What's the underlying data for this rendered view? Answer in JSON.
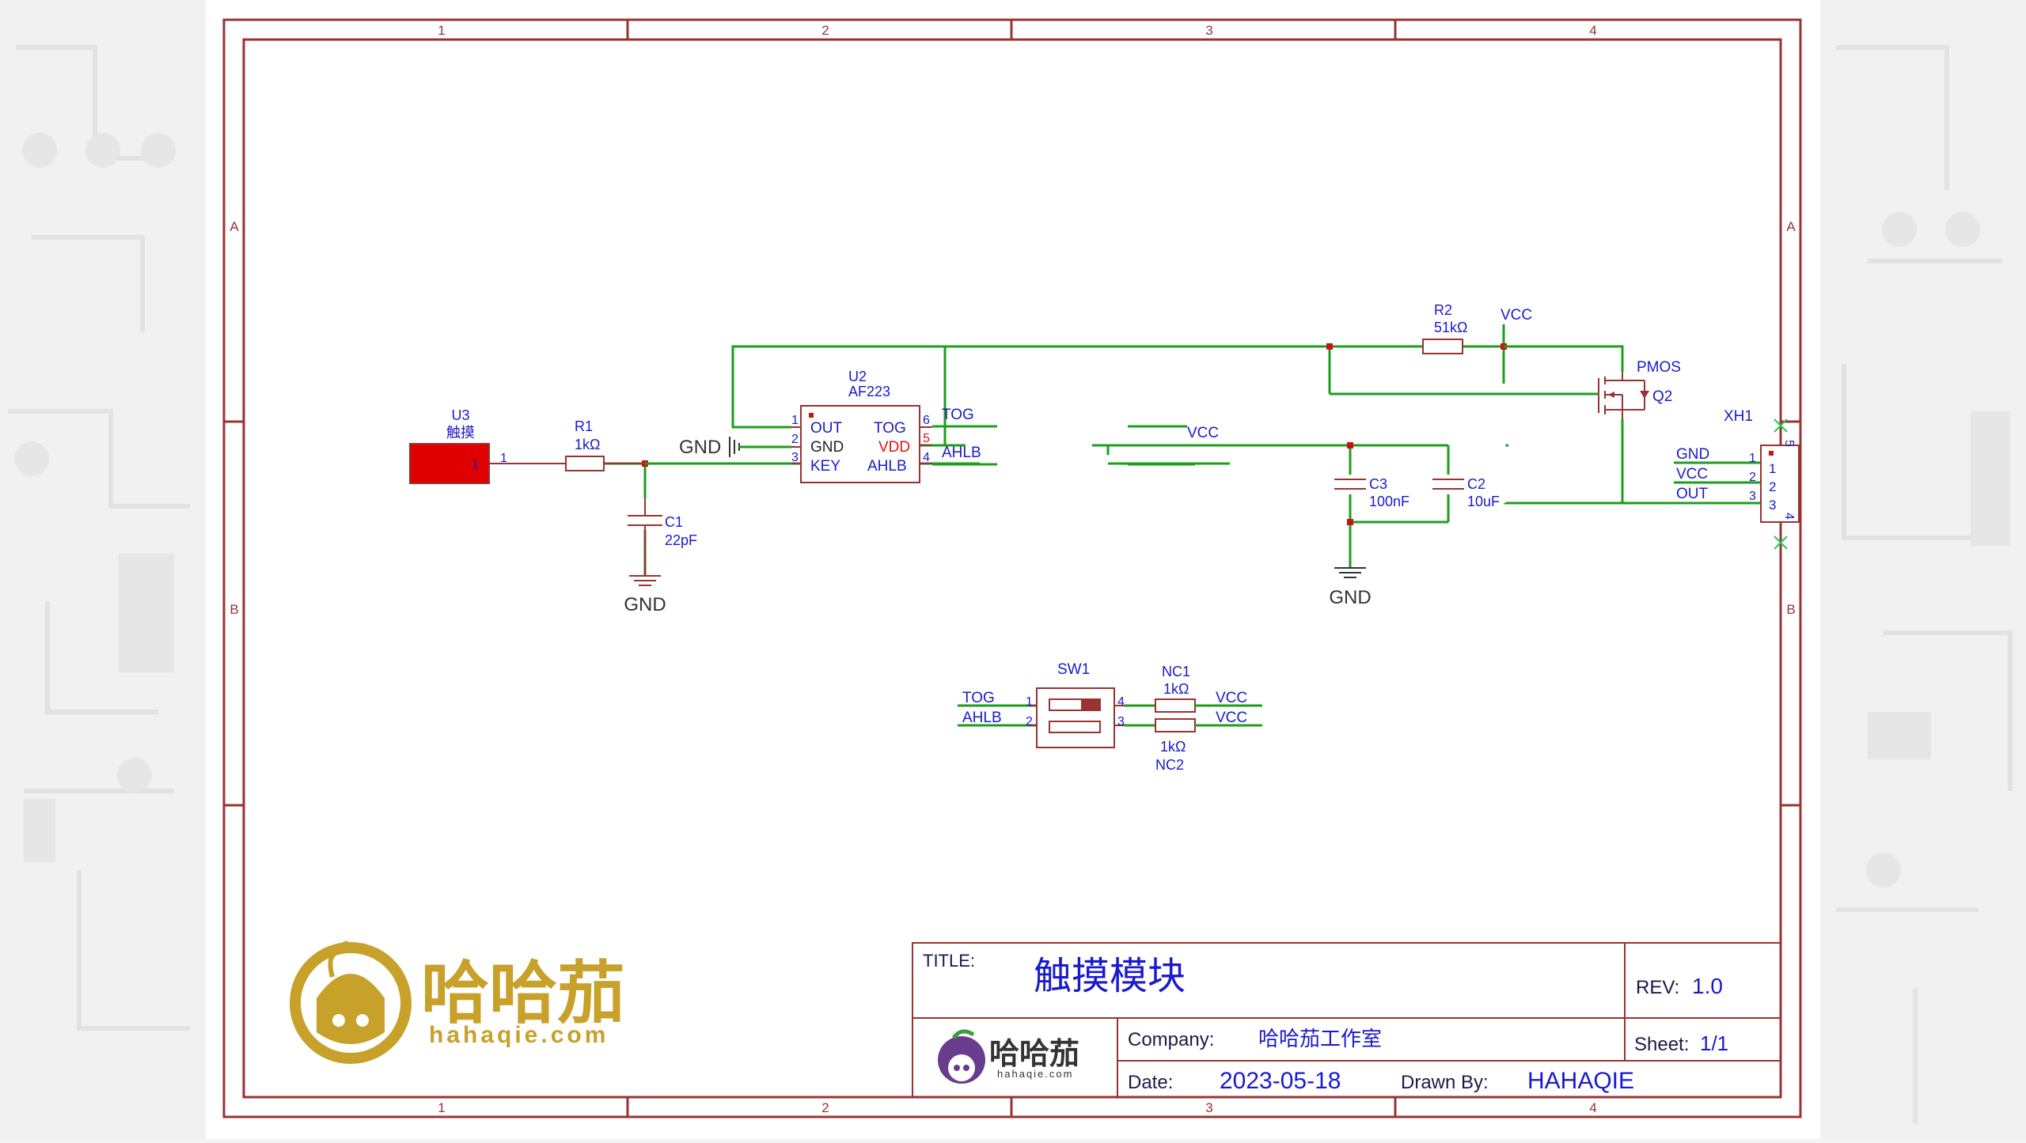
{
  "frame": {
    "col_numbers": [
      "1",
      "2",
      "3",
      "4"
    ],
    "row_letters": [
      "A",
      "B"
    ]
  },
  "components": {
    "u3": {
      "ref": "U3",
      "value": "触摸",
      "pin": "1",
      "pin_num": "1"
    },
    "r1": {
      "ref": "R1",
      "value": "1kΩ"
    },
    "c1": {
      "ref": "C1",
      "value": "22pF"
    },
    "gnd1": "GND",
    "gnd2": "GND",
    "gnd_left": "GND",
    "u2": {
      "ref": "U2",
      "value": "AF223",
      "pins_left": [
        {
          "num": "1",
          "name": "OUT"
        },
        {
          "num": "2",
          "name": "GND"
        },
        {
          "num": "3",
          "name": "KEY"
        }
      ],
      "pins_right": [
        {
          "num": "6",
          "name": "TOG"
        },
        {
          "num": "5",
          "name": "VDD"
        },
        {
          "num": "4",
          "name": "AHLB"
        }
      ],
      "net_tog": "TOG",
      "net_ahlb": "AHLB"
    },
    "vcc_main": "VCC",
    "c3": {
      "ref": "C3",
      "value": "100nF"
    },
    "c2": {
      "ref": "C2",
      "value": "10uF"
    },
    "r2": {
      "ref": "R2",
      "value": "51kΩ"
    },
    "vcc_r2": "VCC",
    "q2": {
      "ref": "Q2",
      "value": "PMOS"
    },
    "xh1": {
      "ref": "XH1",
      "nets": [
        "GND",
        "VCC",
        "OUT"
      ],
      "pins": [
        "1",
        "2",
        "3"
      ],
      "inner": [
        "1",
        "2",
        "3"
      ],
      "side_top": "5",
      "side_bottom": "4"
    },
    "sw1": {
      "ref": "SW1",
      "left_nets": [
        "TOG",
        "AHLB"
      ],
      "left_pins": [
        "1",
        "2"
      ],
      "right_pins": [
        "4",
        "3"
      ],
      "right_nets": [
        "VCC",
        "VCC"
      ]
    },
    "nc1": {
      "ref": "NC1",
      "value": "1kΩ"
    },
    "nc2": {
      "ref": "NC2",
      "value": "1kΩ"
    }
  },
  "title_block": {
    "title_label": "TITLE:",
    "title": "触摸模块",
    "rev_label": "REV:",
    "rev": "1.0",
    "company_label": "Company:",
    "company": "哈哈茄工作室",
    "sheet_label": "Sheet:",
    "sheet": "1/1",
    "date_label": "Date:",
    "date": "2023-05-18",
    "drawn_label": "Drawn By:",
    "drawn_by": "HAHAQIE"
  },
  "brand": {
    "name": "哈哈茄",
    "url": "hahaqie.com",
    "small_name": "哈哈茄",
    "small_url": "hahaqie.com"
  },
  "colors": {
    "frame": "#993333",
    "wire": "#1d9e1d",
    "symbol": "#993333",
    "label": "#1a1acc",
    "pin_red": "#e11414",
    "brand_gold": "#c7a12a",
    "touch_pad": "#e00000"
  }
}
